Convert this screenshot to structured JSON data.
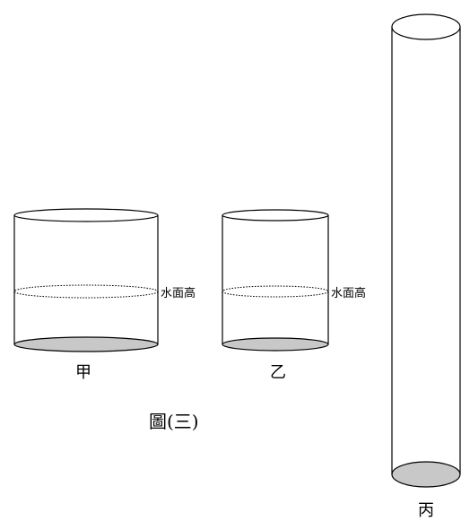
{
  "containers": [
    {
      "id": "jia",
      "name": "甲",
      "water_label": "水面高"
    },
    {
      "id": "yi",
      "name": "乙",
      "water_label": "水面高"
    },
    {
      "id": "bing",
      "name": "丙"
    }
  ],
  "caption": "圖(三)"
}
